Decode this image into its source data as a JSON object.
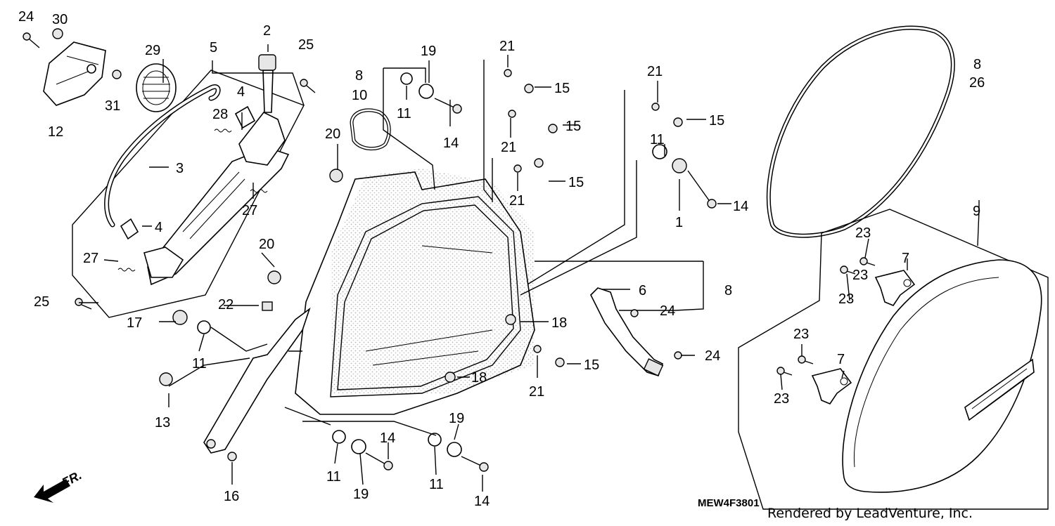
{
  "diagram": {
    "reference_code": "MEW4F3801",
    "credit": "Rendered by LeadVenture, Inc.",
    "front_marker": "FR.",
    "callouts": [
      {
        "id": "c24a",
        "text": "24"
      },
      {
        "id": "c30",
        "text": "30"
      },
      {
        "id": "c29",
        "text": "29"
      },
      {
        "id": "c31",
        "text": "31"
      },
      {
        "id": "c12",
        "text": "12"
      },
      {
        "id": "c5",
        "text": "5"
      },
      {
        "id": "c2",
        "text": "2"
      },
      {
        "id": "c25a",
        "text": "25"
      },
      {
        "id": "c4a",
        "text": "4"
      },
      {
        "id": "c28",
        "text": "28"
      },
      {
        "id": "c3",
        "text": "3"
      },
      {
        "id": "c27a",
        "text": "27"
      },
      {
        "id": "c4b",
        "text": "4"
      },
      {
        "id": "c27b",
        "text": "27"
      },
      {
        "id": "c25b",
        "text": "25"
      },
      {
        "id": "c8a",
        "text": "8"
      },
      {
        "id": "c10",
        "text": "10"
      },
      {
        "id": "c20a",
        "text": "20"
      },
      {
        "id": "c19a",
        "text": "19"
      },
      {
        "id": "c11a",
        "text": "11"
      },
      {
        "id": "c14a",
        "text": "14"
      },
      {
        "id": "c21a",
        "text": "21"
      },
      {
        "id": "c15a",
        "text": "15"
      },
      {
        "id": "c15b",
        "text": "15"
      },
      {
        "id": "c21b",
        "text": "21"
      },
      {
        "id": "c15c",
        "text": "15"
      },
      {
        "id": "c21c",
        "text": "21"
      },
      {
        "id": "c21d",
        "text": "21"
      },
      {
        "id": "c15d",
        "text": "15"
      },
      {
        "id": "c11b",
        "text": "11"
      },
      {
        "id": "c14b",
        "text": "14"
      },
      {
        "id": "c1",
        "text": "1"
      },
      {
        "id": "c8b",
        "text": "8"
      },
      {
        "id": "c26",
        "text": "26"
      },
      {
        "id": "c9",
        "text": "9"
      },
      {
        "id": "c23a",
        "text": "23"
      },
      {
        "id": "c7a",
        "text": "7"
      },
      {
        "id": "c23b",
        "text": "23"
      },
      {
        "id": "c6",
        "text": "6"
      },
      {
        "id": "c8c",
        "text": "8"
      },
      {
        "id": "c24b",
        "text": "24"
      },
      {
        "id": "c24c",
        "text": "24"
      },
      {
        "id": "c20b",
        "text": "20"
      },
      {
        "id": "c22",
        "text": "22"
      },
      {
        "id": "c17",
        "text": "17"
      },
      {
        "id": "c11c",
        "text": "11"
      },
      {
        "id": "c18a",
        "text": "18"
      },
      {
        "id": "c15e",
        "text": "15"
      },
      {
        "id": "c21e",
        "text": "21"
      },
      {
        "id": "c18b",
        "text": "18"
      },
      {
        "id": "c13",
        "text": "13"
      },
      {
        "id": "c11d",
        "text": "11"
      },
      {
        "id": "c19b",
        "text": "19"
      },
      {
        "id": "c14c",
        "text": "14"
      },
      {
        "id": "c19c",
        "text": "19"
      },
      {
        "id": "c11e",
        "text": "11"
      },
      {
        "id": "c14d",
        "text": "14"
      },
      {
        "id": "c16",
        "text": "16"
      },
      {
        "id": "c23c",
        "text": "23"
      },
      {
        "id": "c7b",
        "text": "7"
      },
      {
        "id": "c23d",
        "text": "23"
      },
      {
        "id": "c23e",
        "text": "23"
      }
    ]
  }
}
